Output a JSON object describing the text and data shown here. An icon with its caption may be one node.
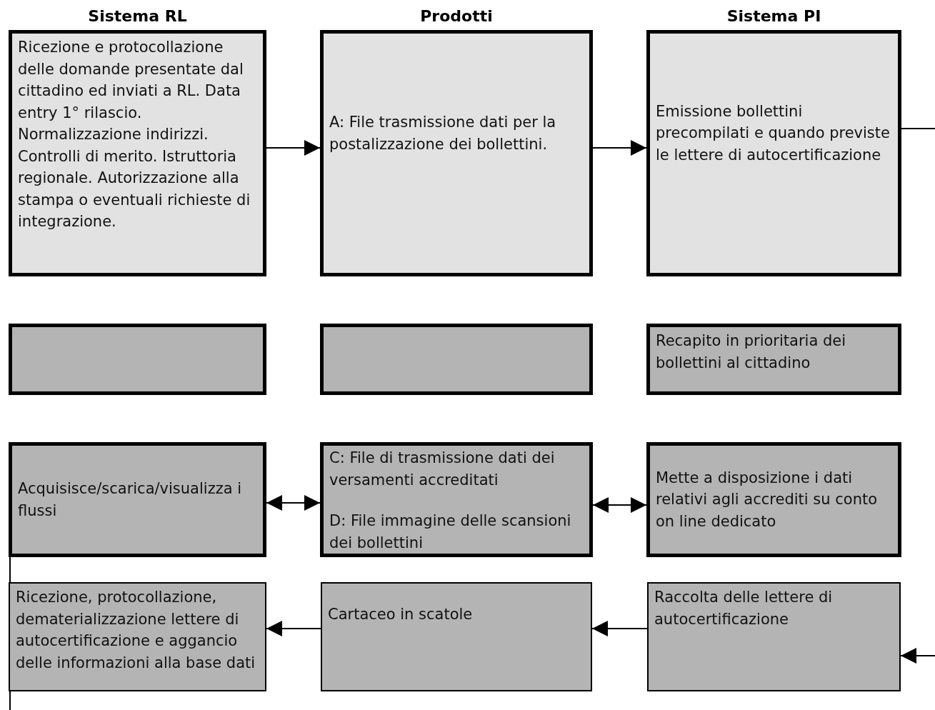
{
  "diagram": {
    "nodes": [
      {
        "text": [
          "Ricezione e protocollazione delle domande presentate dal cittadino ed inviati a RL. Data entry 1° rilascio. Normalizzazione indirizzi. Controlli di merito. Istruttoria regionale. Autorizzazione alla stampa o eventuali richieste di integrazione."
        ]
      },
      {
        "text": [
          "A: File trasmissione dati per la postalizzazione dei bollettini."
        ]
      },
      {
        "text": [
          "Emissione bollettini precompilati e quando previste le lettere di autocertificazione"
        ]
      },
      {
        "text": [],
        "shape": "box"
      },
      {
        "text": [],
        "shape": "box"
      },
      {
        "text": [
          "Recapito in prioritaria dei bollettini al cittadino"
        ]
      },
      {
        "text": [
          "Acquisisce/scarica/visualizza i flussi"
        ]
      },
      {
        "text": [
          "C: File di trasmissione dati dei versamenti accreditati",
          "D: File immagine delle scansioni dei bollettini"
        ]
      },
      {
        "text": [
          "Mette a disposizione i dati relativi agli accrediti su conto on line dedicato"
        ]
      },
      {
        "text": [
          "Ricezione, protocollazione, dematerializzazione lettere di autocertificazione e aggancio delle informazioni alla base dati"
        ]
      },
      {
        "text": [
          "Cartaceo in scatole"
        ]
      },
      {
        "text": [
          "Raccolta delle lettere di autocertificazione"
        ]
      }
    ],
    "edges": [
      {
        "from": 0,
        "to": 1,
        "arrow": "to"
      },
      {
        "from": 1,
        "to": 2,
        "arrow": "to"
      },
      {
        "from": 2,
        "to": null,
        "arrow": "none"
      },
      {
        "from": null,
        "to": 11,
        "arrow": "to"
      },
      {
        "from": 6,
        "to": 7,
        "arrow": "both"
      },
      {
        "from": 7,
        "to": 8,
        "arrow": "both"
      },
      {
        "from": 11,
        "to": 10,
        "arrow": "to"
      },
      {
        "from": 10,
        "to": 9,
        "arrow": "to"
      },
      {
        "from": 6,
        "to": null,
        "arrow": "none"
      }
    ],
    "labels": [
      "Sistema RL",
      "Prodotti",
      "Sistema PI"
    ]
  }
}
